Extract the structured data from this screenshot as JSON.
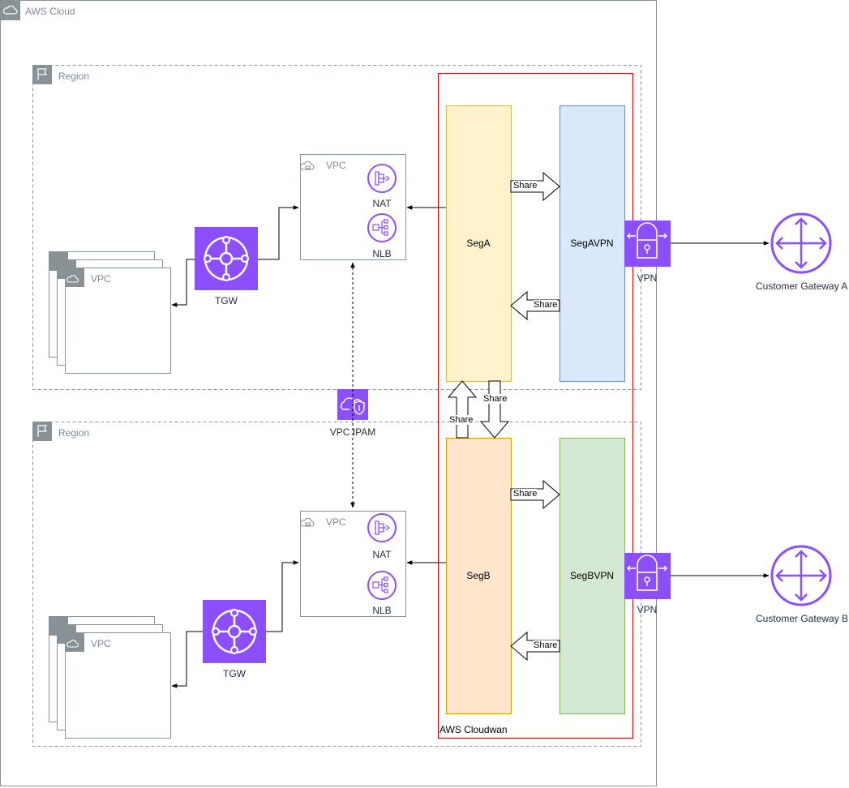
{
  "colors": {
    "group_border": "#879196",
    "group_label": "#7d8998",
    "aws_purple": "#8c4fff",
    "cloudwan_border": "#cc0000",
    "segA_fill": "#fff2cc",
    "segA_border": "#d6b656",
    "segB_fill": "#ffe6cc",
    "segB_border": "#d79b00",
    "segAVPN_fill": "#dae8fc",
    "segAVPN_border": "#6c8ebf",
    "segBVPN_fill": "#d5e8d4",
    "segBVPN_border": "#82b366"
  },
  "cloud": {
    "label": "AWS Cloud",
    "icon": "cloud-icon"
  },
  "regions": [
    {
      "label": "Region",
      "icon": "region-flag-icon"
    },
    {
      "label": "Region",
      "icon": "region-flag-icon"
    }
  ],
  "vpc_stacks": [
    {
      "label": "VPC",
      "icon": "vpc-cloud-icon"
    },
    {
      "label": "VPC",
      "icon": "vpc-cloud-icon"
    }
  ],
  "tgw": [
    {
      "label": "TGW",
      "icon": "transit-gateway-icon"
    },
    {
      "label": "TGW",
      "icon": "transit-gateway-icon"
    }
  ],
  "vpcs": [
    {
      "label": "VPC",
      "nat": "NAT",
      "nlb": "NLB"
    },
    {
      "label": "VPC",
      "nat": "NAT",
      "nlb": "NLB"
    }
  ],
  "vpc_ipam": {
    "label": "VPC IPAM",
    "icon": "vpc-ipam-icon"
  },
  "cloudwan": {
    "label": "AWS Cloudwan"
  },
  "segments": {
    "segA": "SegA",
    "segAVPN": "SegAVPN",
    "segB": "SegB",
    "segBVPN": "SegBVPN"
  },
  "share_label": "Share",
  "vpn": [
    {
      "label": "VPN",
      "icon": "vpn-lock-icon"
    },
    {
      "label": "VPN",
      "icon": "vpn-lock-icon"
    }
  ],
  "customer_gateways": [
    {
      "label": "Customer Gateway A",
      "icon": "customer-gateway-icon"
    },
    {
      "label": "Customer Gateway B",
      "icon": "customer-gateway-icon"
    }
  ]
}
